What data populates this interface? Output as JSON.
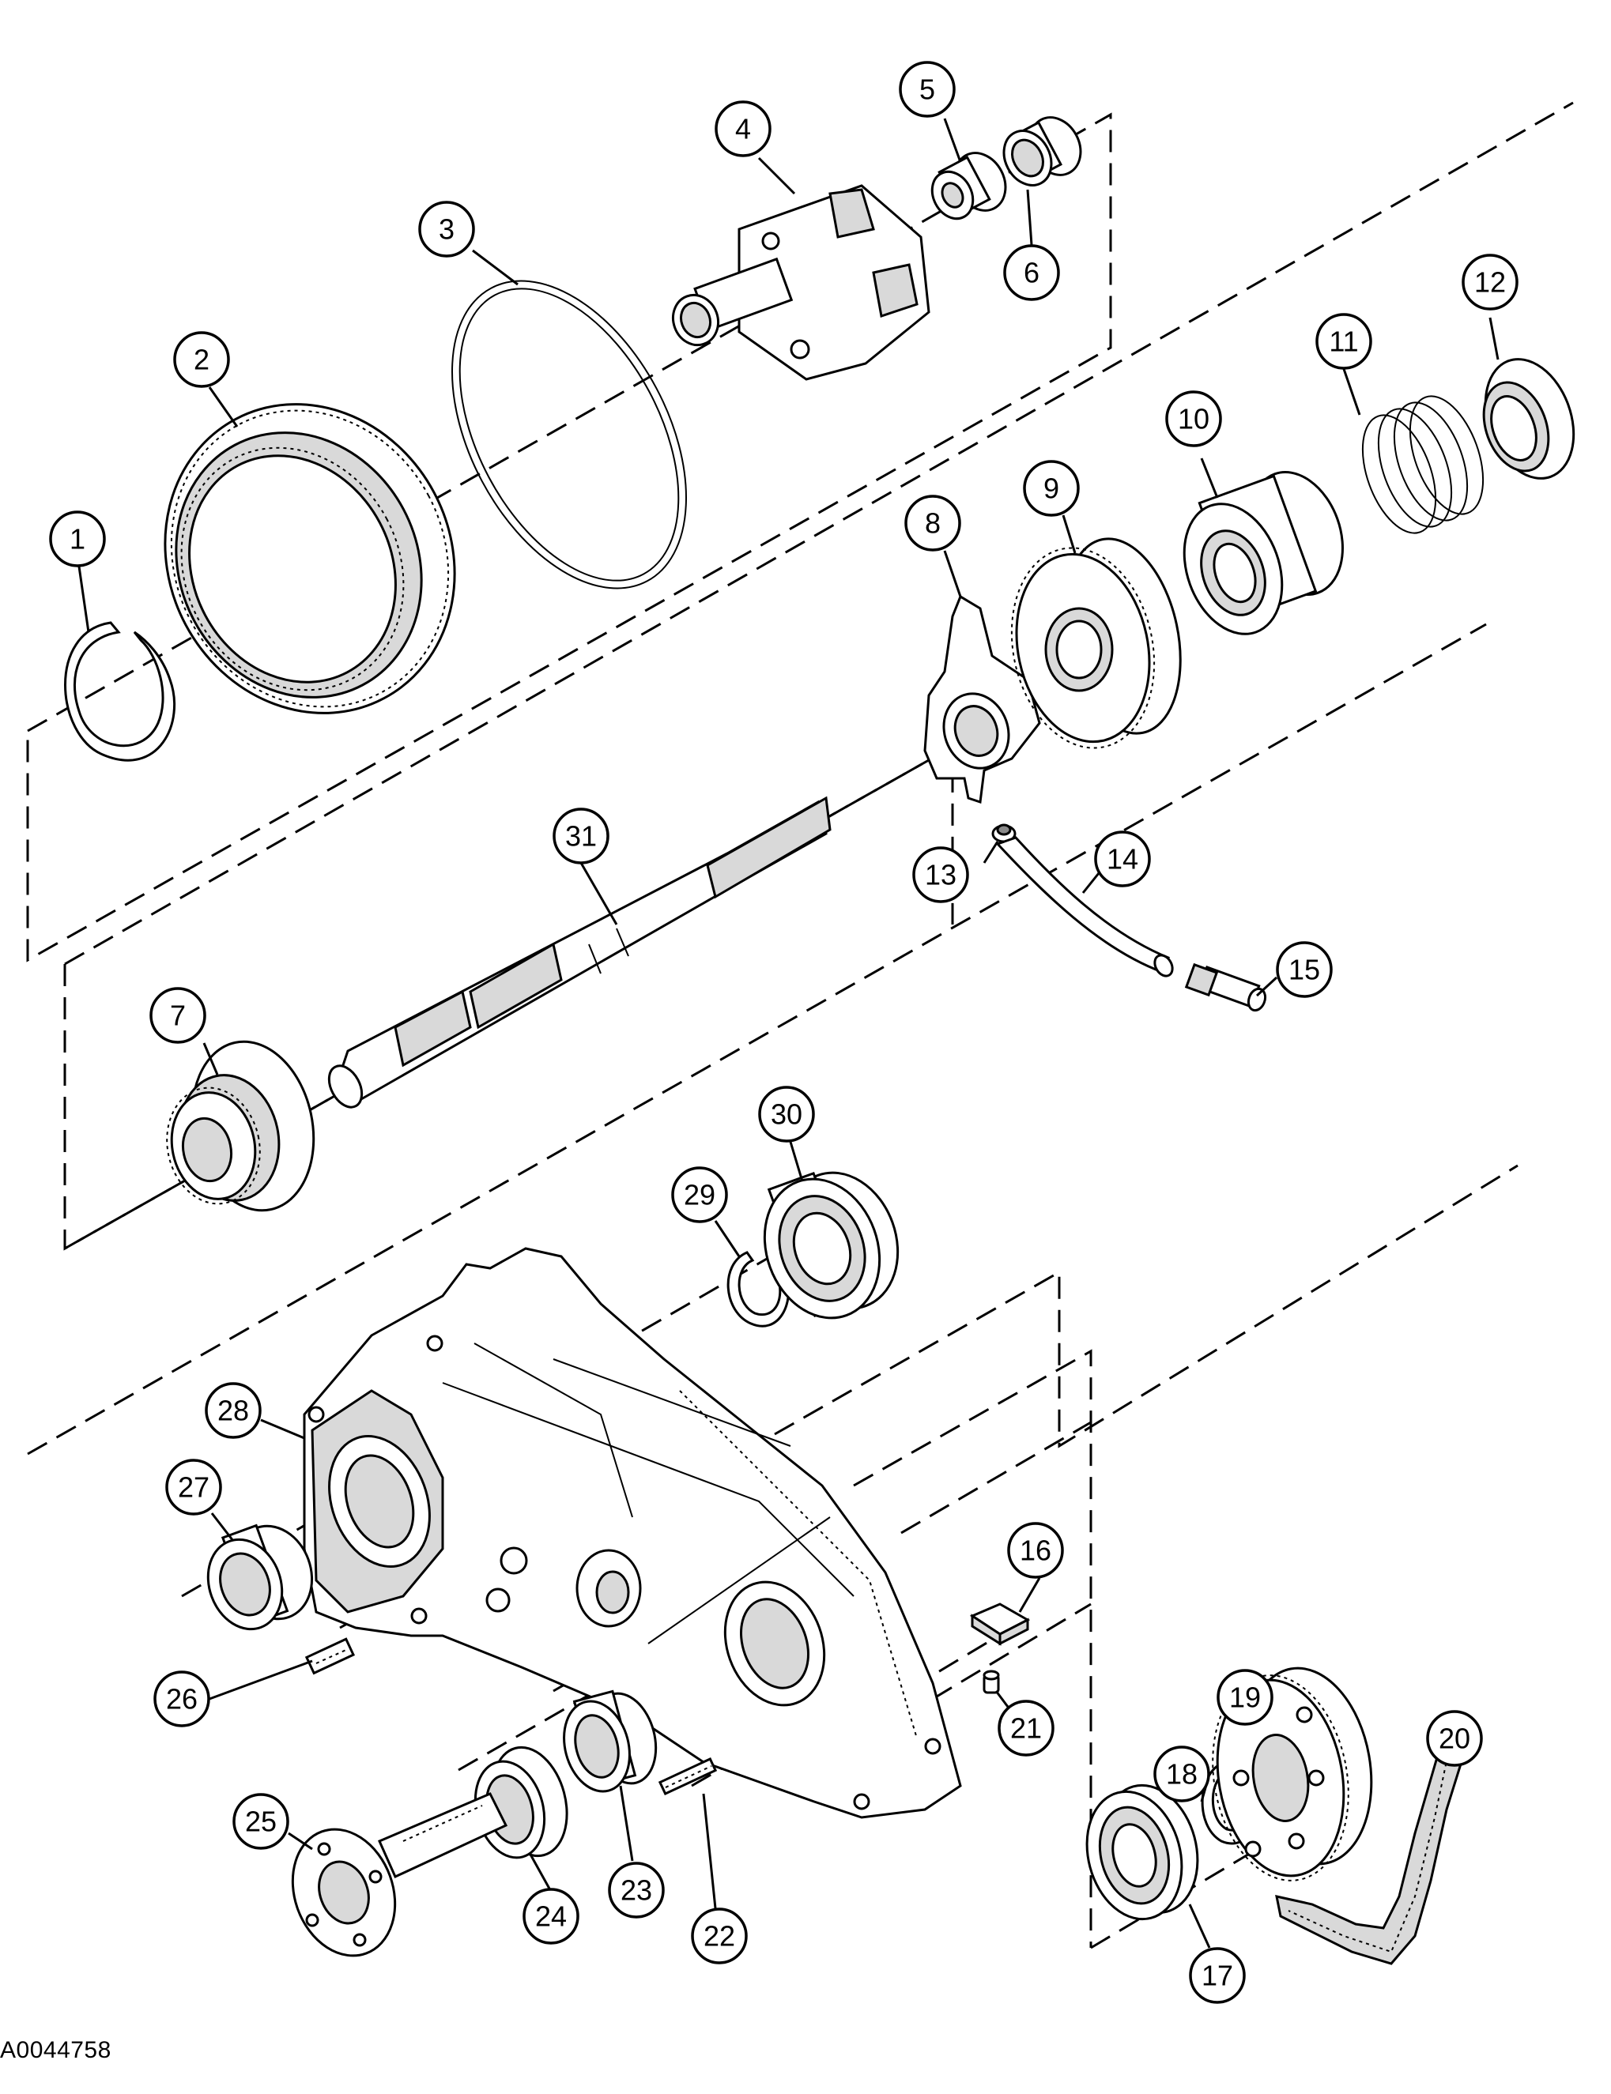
{
  "figure_id": "A0044758",
  "callouts": [
    {
      "number": "1"
    },
    {
      "number": "2"
    },
    {
      "number": "3"
    },
    {
      "number": "4"
    },
    {
      "number": "5"
    },
    {
      "number": "6"
    },
    {
      "number": "7"
    },
    {
      "number": "8"
    },
    {
      "number": "9"
    },
    {
      "number": "10"
    },
    {
      "number": "11"
    },
    {
      "number": "12"
    },
    {
      "number": "13"
    },
    {
      "number": "14"
    },
    {
      "number": "15"
    },
    {
      "number": "16"
    },
    {
      "number": "17"
    },
    {
      "number": "18"
    },
    {
      "number": "19"
    },
    {
      "number": "20"
    },
    {
      "number": "21"
    },
    {
      "number": "22"
    },
    {
      "number": "23"
    },
    {
      "number": "24"
    },
    {
      "number": "25"
    },
    {
      "number": "26"
    },
    {
      "number": "27"
    },
    {
      "number": "28"
    },
    {
      "number": "29"
    },
    {
      "number": "30"
    },
    {
      "number": "31"
    }
  ]
}
